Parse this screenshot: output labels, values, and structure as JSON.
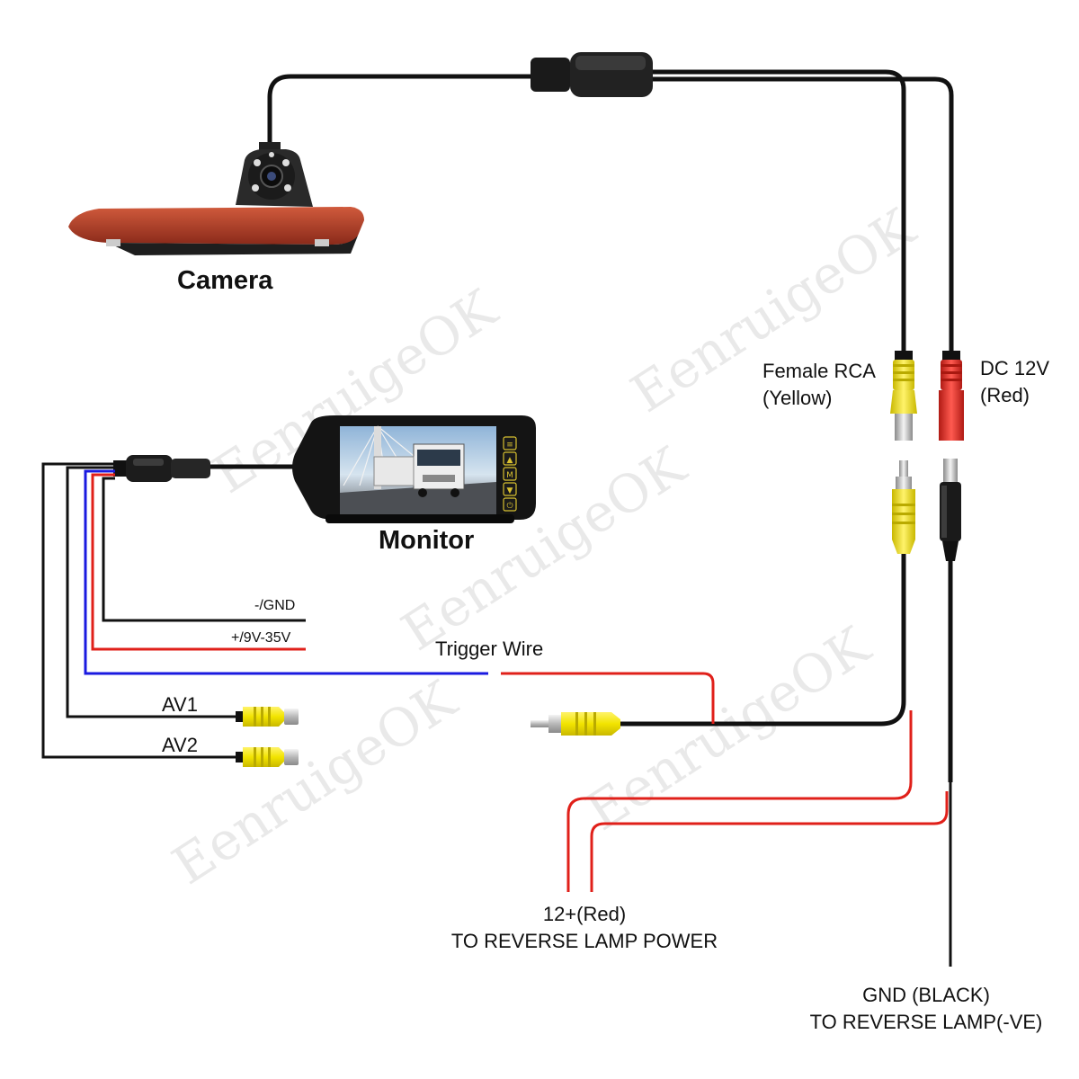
{
  "labels": {
    "camera": "Camera",
    "monitor": "Monitor",
    "female_rca_line1": "Female RCA",
    "female_rca_line2": "(Yellow)",
    "dc_line1": "DC 12V",
    "dc_line2": "(Red)",
    "gnd_minus": "-/GND",
    "power_range": "+/9V-35V",
    "trigger_wire": "Trigger Wire",
    "av1": "AV1",
    "av2": "AV2",
    "red_line1": "12+(Red)",
    "red_line2": "TO REVERSE LAMP POWER",
    "black_line1": "GND (BLACK)",
    "black_line2": "TO REVERSE LAMP(-VE)"
  },
  "watermark": "EenruigeOK",
  "monitor_buttons": [
    "≡",
    "▲",
    "M",
    "▼",
    "⏻"
  ],
  "colors": {
    "wire_black": "#111111",
    "wire_red": "#e0201a",
    "wire_blue": "#1a1ae0",
    "rca_yellow": "#f2e600",
    "plug_red": "#e8302a",
    "camera_red": "#b8402a",
    "screen_accent": "#d8c030"
  }
}
